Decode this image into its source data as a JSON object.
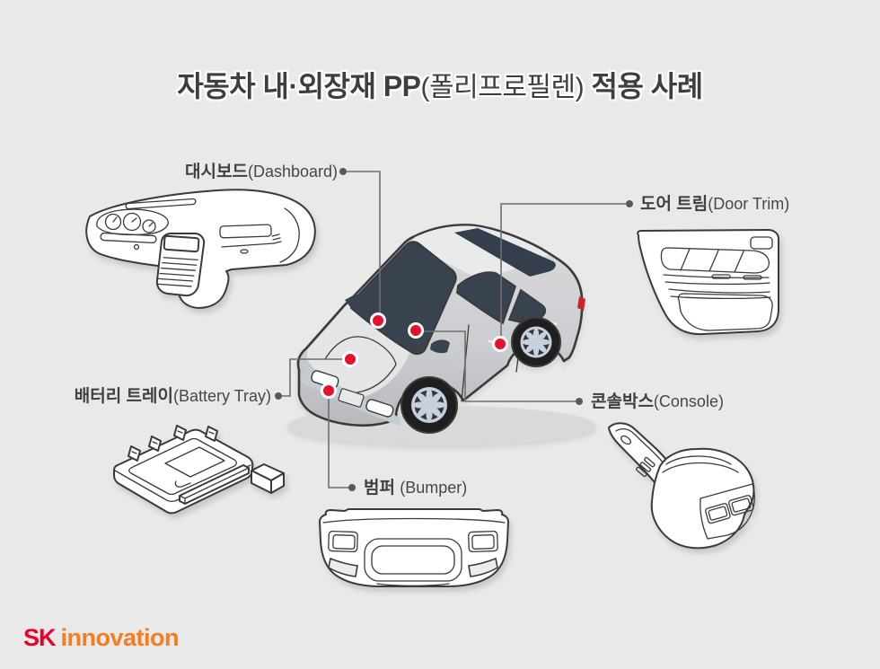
{
  "title": {
    "part1": "자동차 내·외장재 PP",
    "part2": "(폴리프로필렌)",
    "part3": " 적용 사례"
  },
  "labels": {
    "dashboard": {
      "ko": "대시보드",
      "en": "(Dashboard)"
    },
    "door_trim": {
      "ko": "도어 트림",
      "en": "(Door Trim)"
    },
    "battery_tray": {
      "ko": "배터리 트레이",
      "en": "(Battery Tray)"
    },
    "console": {
      "ko": "콘솔박스",
      "en": "(Console)"
    },
    "bumper": {
      "ko": "범퍼 ",
      "en": "(Bumper)"
    }
  },
  "logo": {
    "sk": "SK",
    "innovation": "innovation"
  },
  "colors": {
    "background": "#e9e9e9",
    "title_text": "#3e3e3e",
    "label_text": "#3f3f3f",
    "connector_line": "#6e6e6e",
    "connector_dot": "#595959",
    "marker_red": "#e8112d",
    "marker_ring": "#ffffff",
    "logo_sk_red": "#ea0029",
    "logo_innovation_orange": "#f57d20",
    "car_body_gray": "#ced0d3",
    "car_glass_dark": "#39424f",
    "line_art_stroke": "#3a3a3a"
  }
}
